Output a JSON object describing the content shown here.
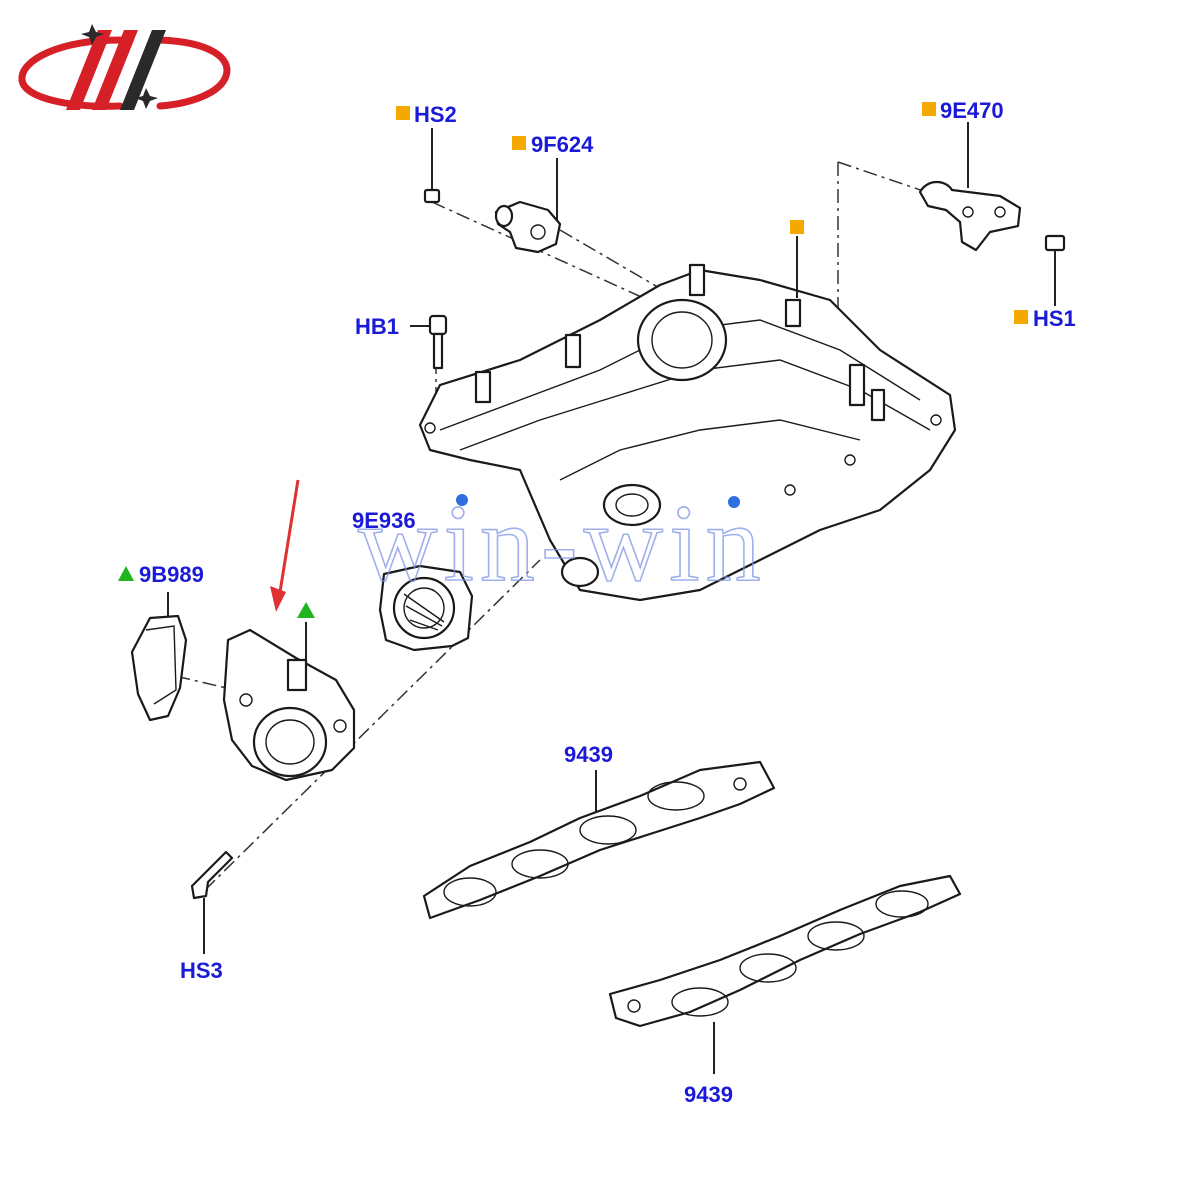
{
  "labels": {
    "hs2": "HS2",
    "part_9f624": "9F624",
    "part_9e470": "9E470",
    "hs1": "HS1",
    "hb1": "HB1",
    "part_9e936": "9E936",
    "part_9b989": "9B989",
    "hs3": "HS3",
    "gasket_upper": "9439",
    "gasket_lower": "9439"
  },
  "watermark": "win-win",
  "colors": {
    "callout_text": "#1a1ad8",
    "square_marker": "#f5a800",
    "triangle_marker": "#1fb51f",
    "arrow": "#e03030",
    "logo_red": "#d62028",
    "logo_dark": "#2a2a2a"
  },
  "markers": {
    "square": [
      "hs2",
      "9f624",
      "9e470",
      "hs1",
      "manifold"
    ],
    "triangle": [
      "9b989",
      "throttle-body"
    ]
  }
}
